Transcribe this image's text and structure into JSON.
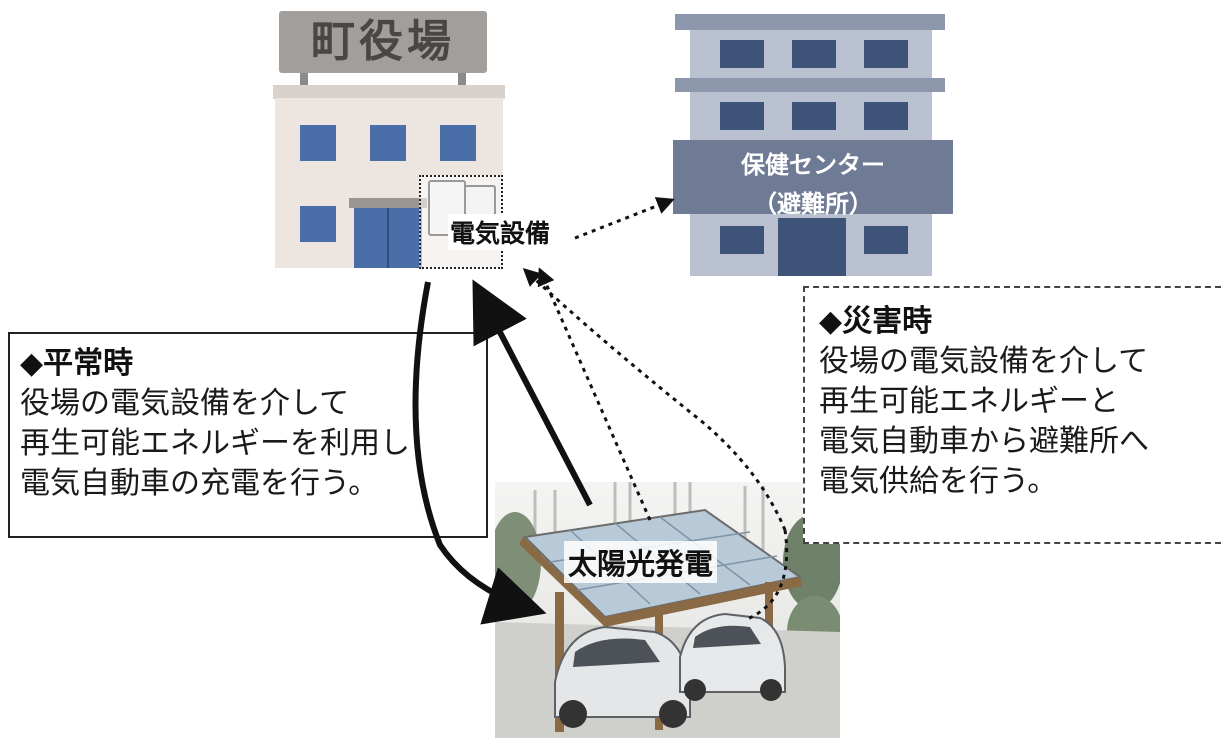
{
  "buildings": {
    "town_hall": {
      "sign": "町役場",
      "equipment_label": "電気設備"
    },
    "health_center": {
      "label_line1": "保健センター",
      "label_line2": "（避難所）"
    }
  },
  "solar": {
    "label": "太陽光発電"
  },
  "normal": {
    "title": "◆平常時",
    "lines": [
      "役場の電気設備を介して",
      "再生可能エネルギーを利用し",
      "電気自動車の充電を行う。"
    ]
  },
  "disaster": {
    "title": "◆災害時",
    "lines": [
      "役場の電気設備を介して",
      "再生可能エネルギーと",
      "電気自動車から避難所へ",
      "電気供給を行う。"
    ]
  },
  "colors": {
    "window_blue": "#4a6fa8",
    "health_center_label": "#6f7a95",
    "line": "#111111"
  }
}
